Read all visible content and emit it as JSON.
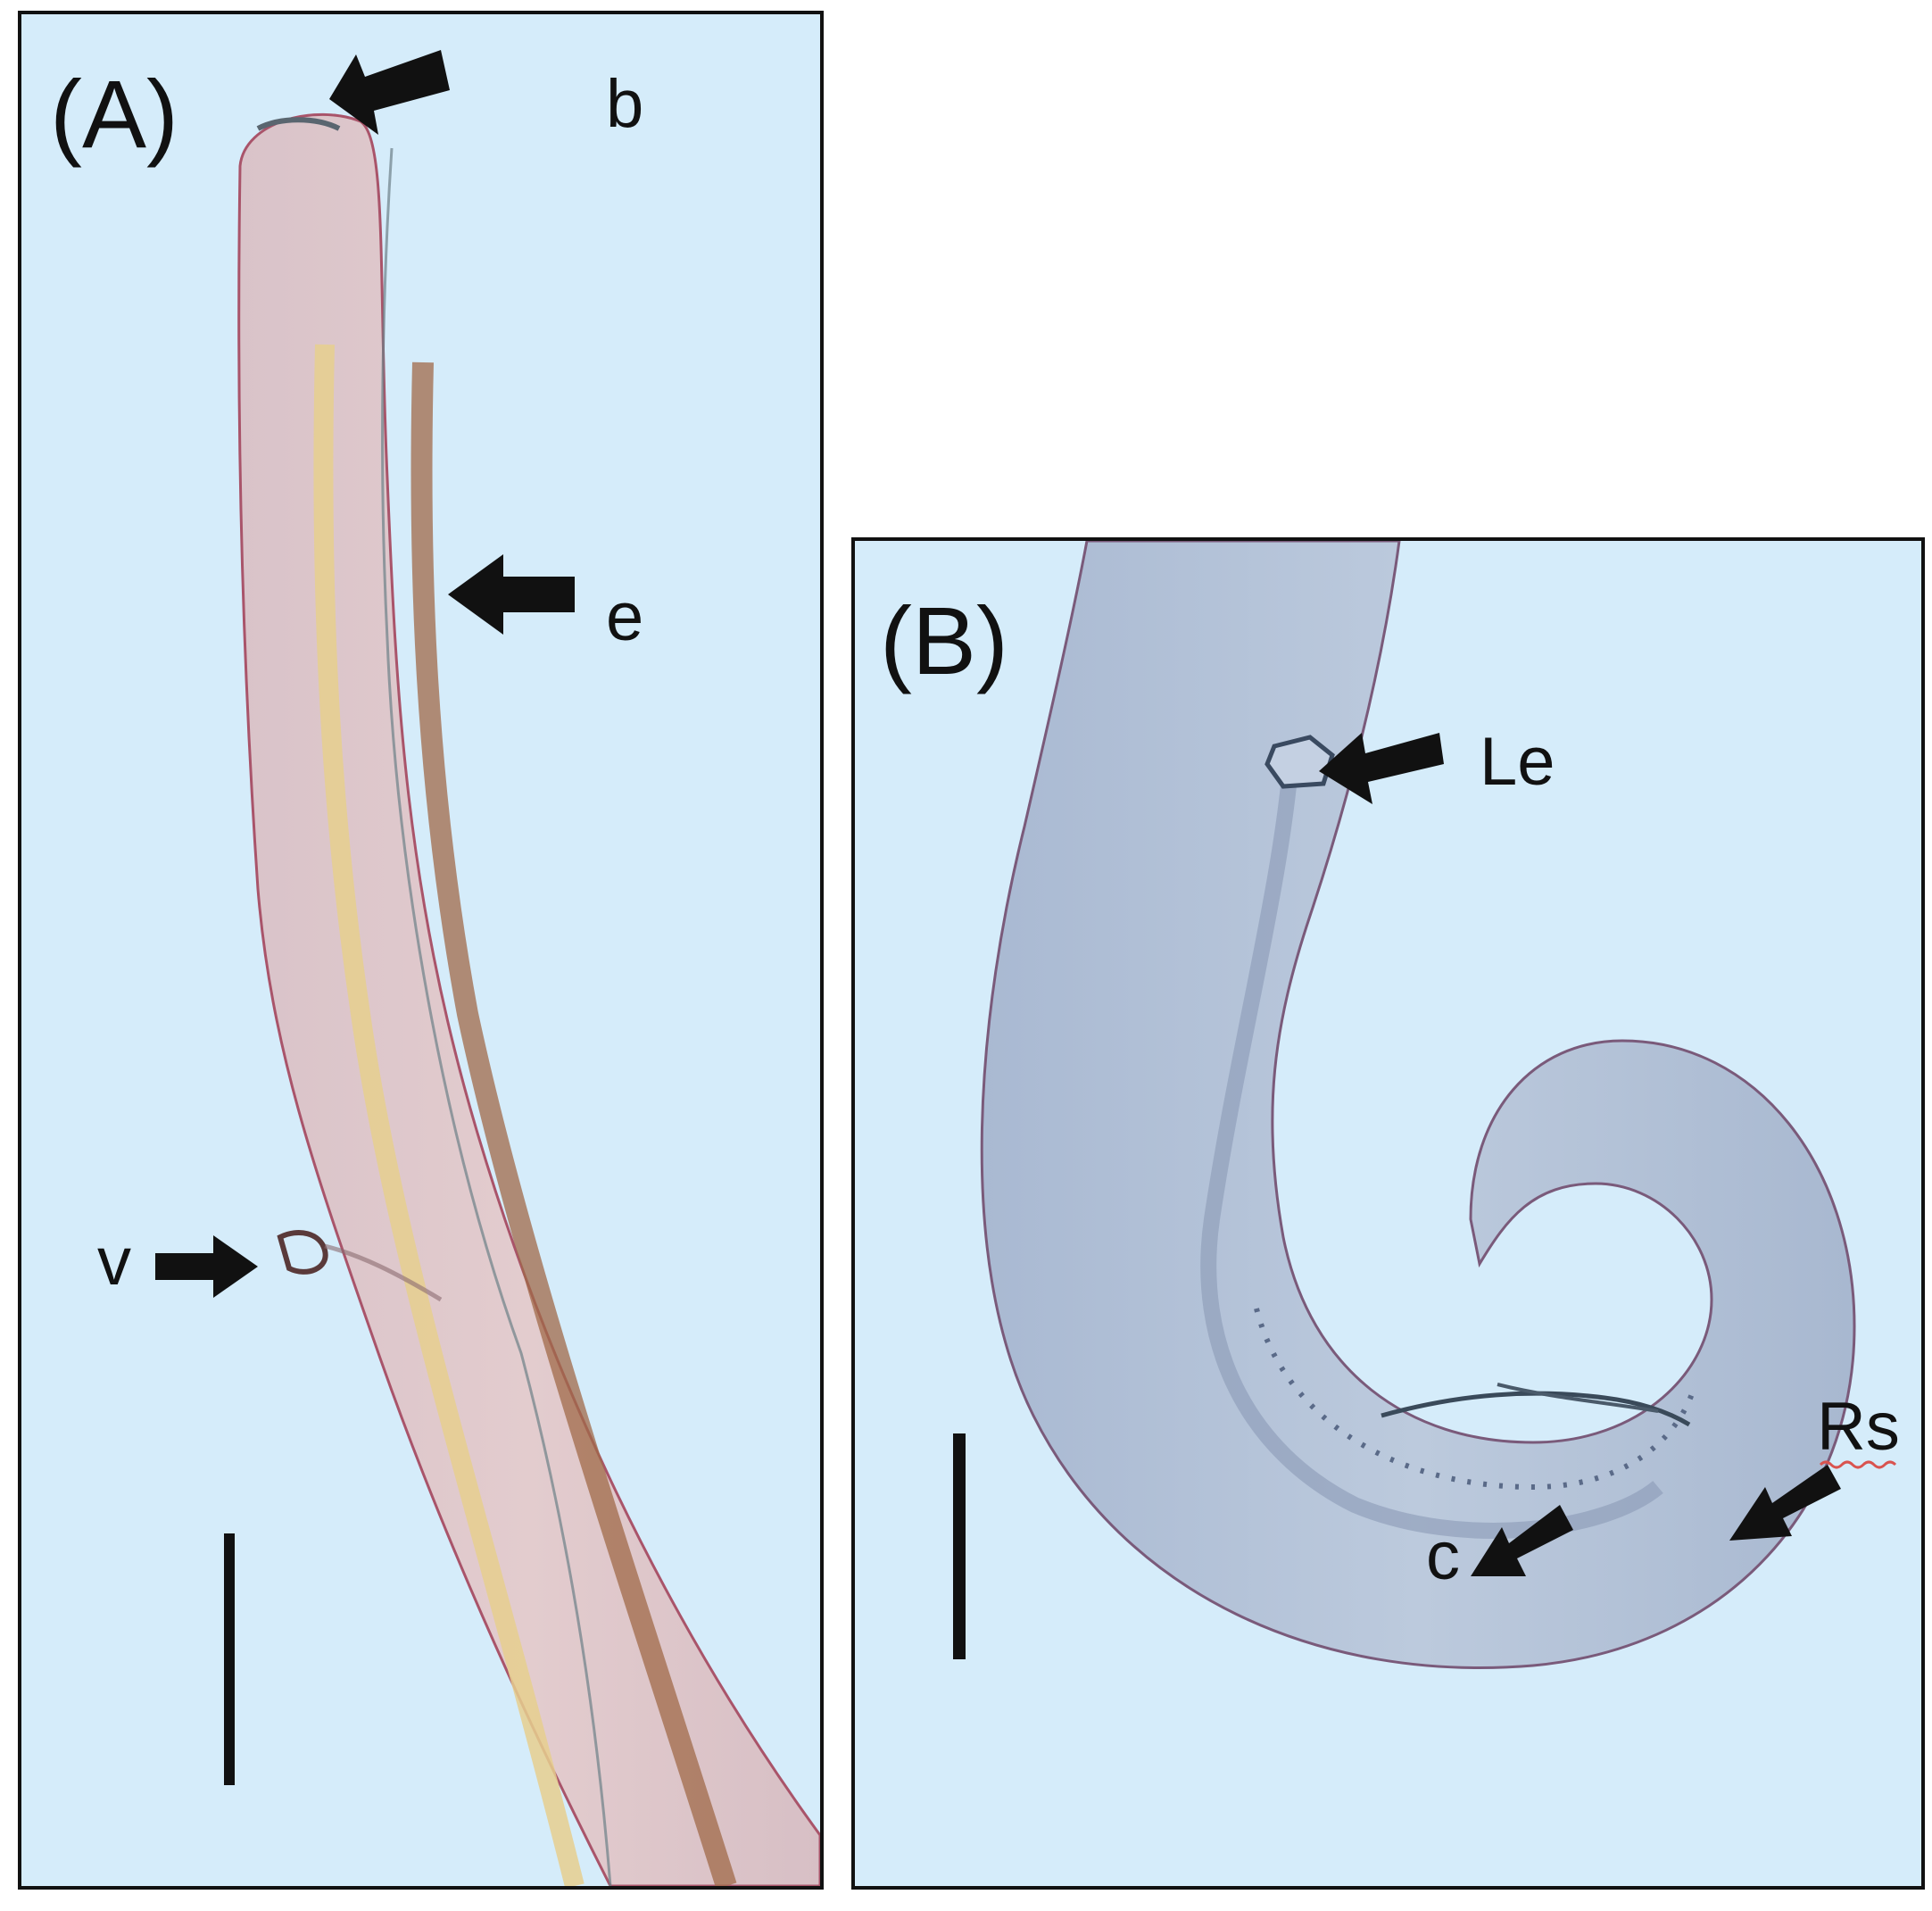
{
  "figure": {
    "panel_a": {
      "label": "(A)",
      "annotations": {
        "b": "b",
        "e": "e",
        "v": "v"
      }
    },
    "panel_b": {
      "label": "(B)",
      "annotations": {
        "le": "Le",
        "rs": "Rs",
        "c": "c"
      }
    },
    "colors": {
      "background": "#d5ecfa",
      "panel_a_specimen": "#dcc3c8",
      "panel_b_specimen": "#b3c2d8",
      "arrow": "#111111",
      "border": "#111111"
    },
    "icons": [
      "arrow-icon",
      "scale-bar"
    ]
  }
}
